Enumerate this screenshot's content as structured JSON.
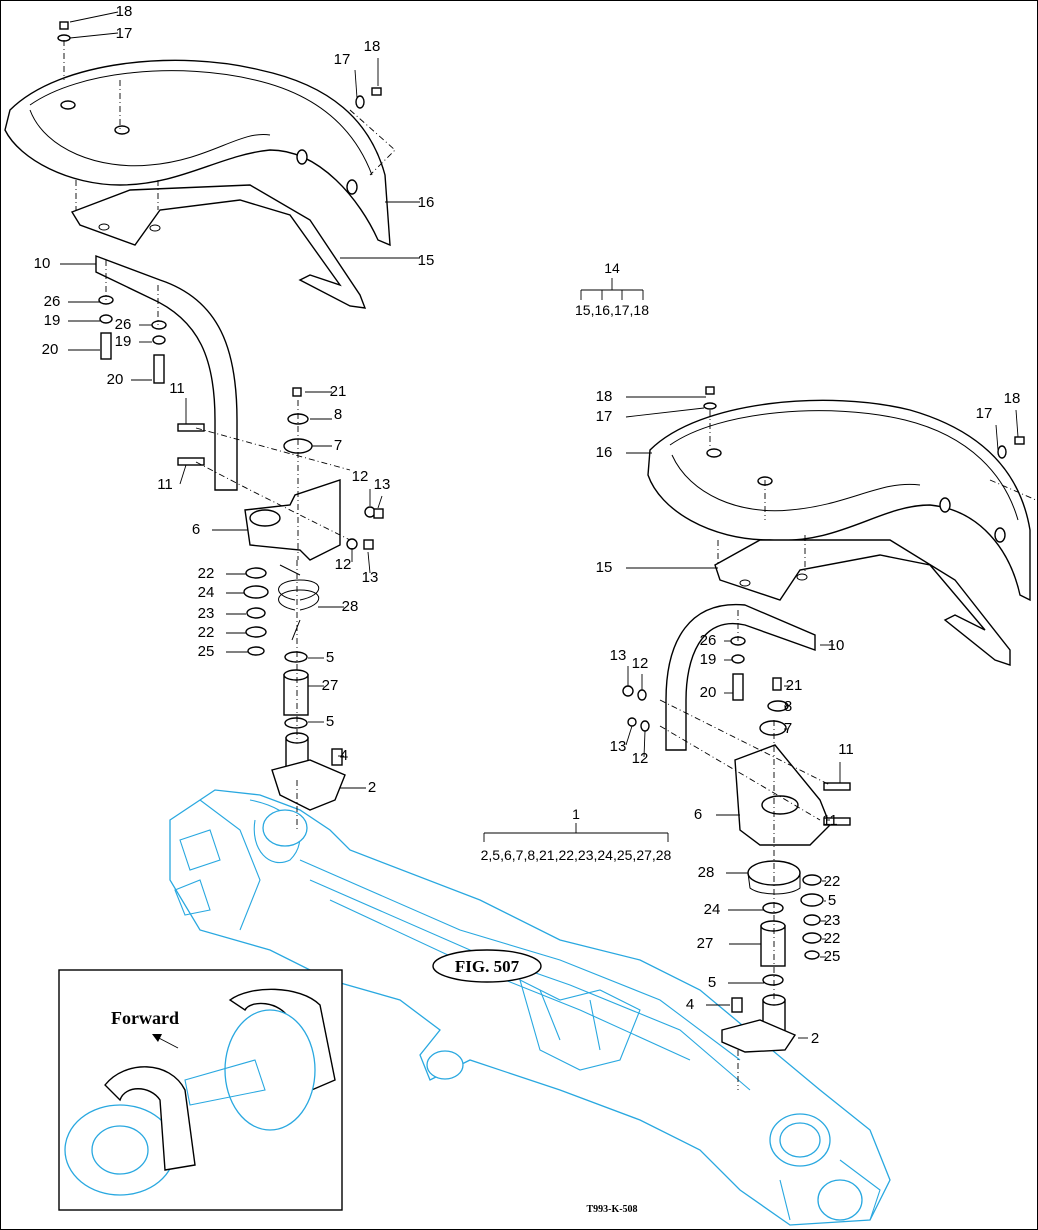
{
  "figure": {
    "fig_label": "FIG. 507",
    "drawing_code": "T993-K-508",
    "inset_label": "Forward",
    "assembly_groups": [
      {
        "number": "14",
        "members": "15,16,17,18"
      },
      {
        "number": "1",
        "members": "2,5,6,7,8,21,22,23,24,25,27,28"
      }
    ],
    "callouts_left": [
      "18",
      "17",
      "17",
      "18",
      "16",
      "15",
      "10",
      "26",
      "19",
      "26",
      "19",
      "20",
      "20",
      "11",
      "11",
      "21",
      "8",
      "7",
      "12",
      "13",
      "6",
      "12",
      "13",
      "22",
      "24",
      "23",
      "22",
      "25",
      "28",
      "5",
      "27",
      "5",
      "4",
      "2"
    ],
    "callouts_right": [
      "18",
      "17",
      "17",
      "18",
      "16",
      "15",
      "10",
      "26",
      "19",
      "13",
      "12",
      "20",
      "21",
      "8",
      "7",
      "13",
      "12",
      "11",
      "6",
      "11",
      "28",
      "22",
      "24",
      "5",
      "23",
      "27",
      "22",
      "25",
      "5",
      "4",
      "2"
    ]
  }
}
